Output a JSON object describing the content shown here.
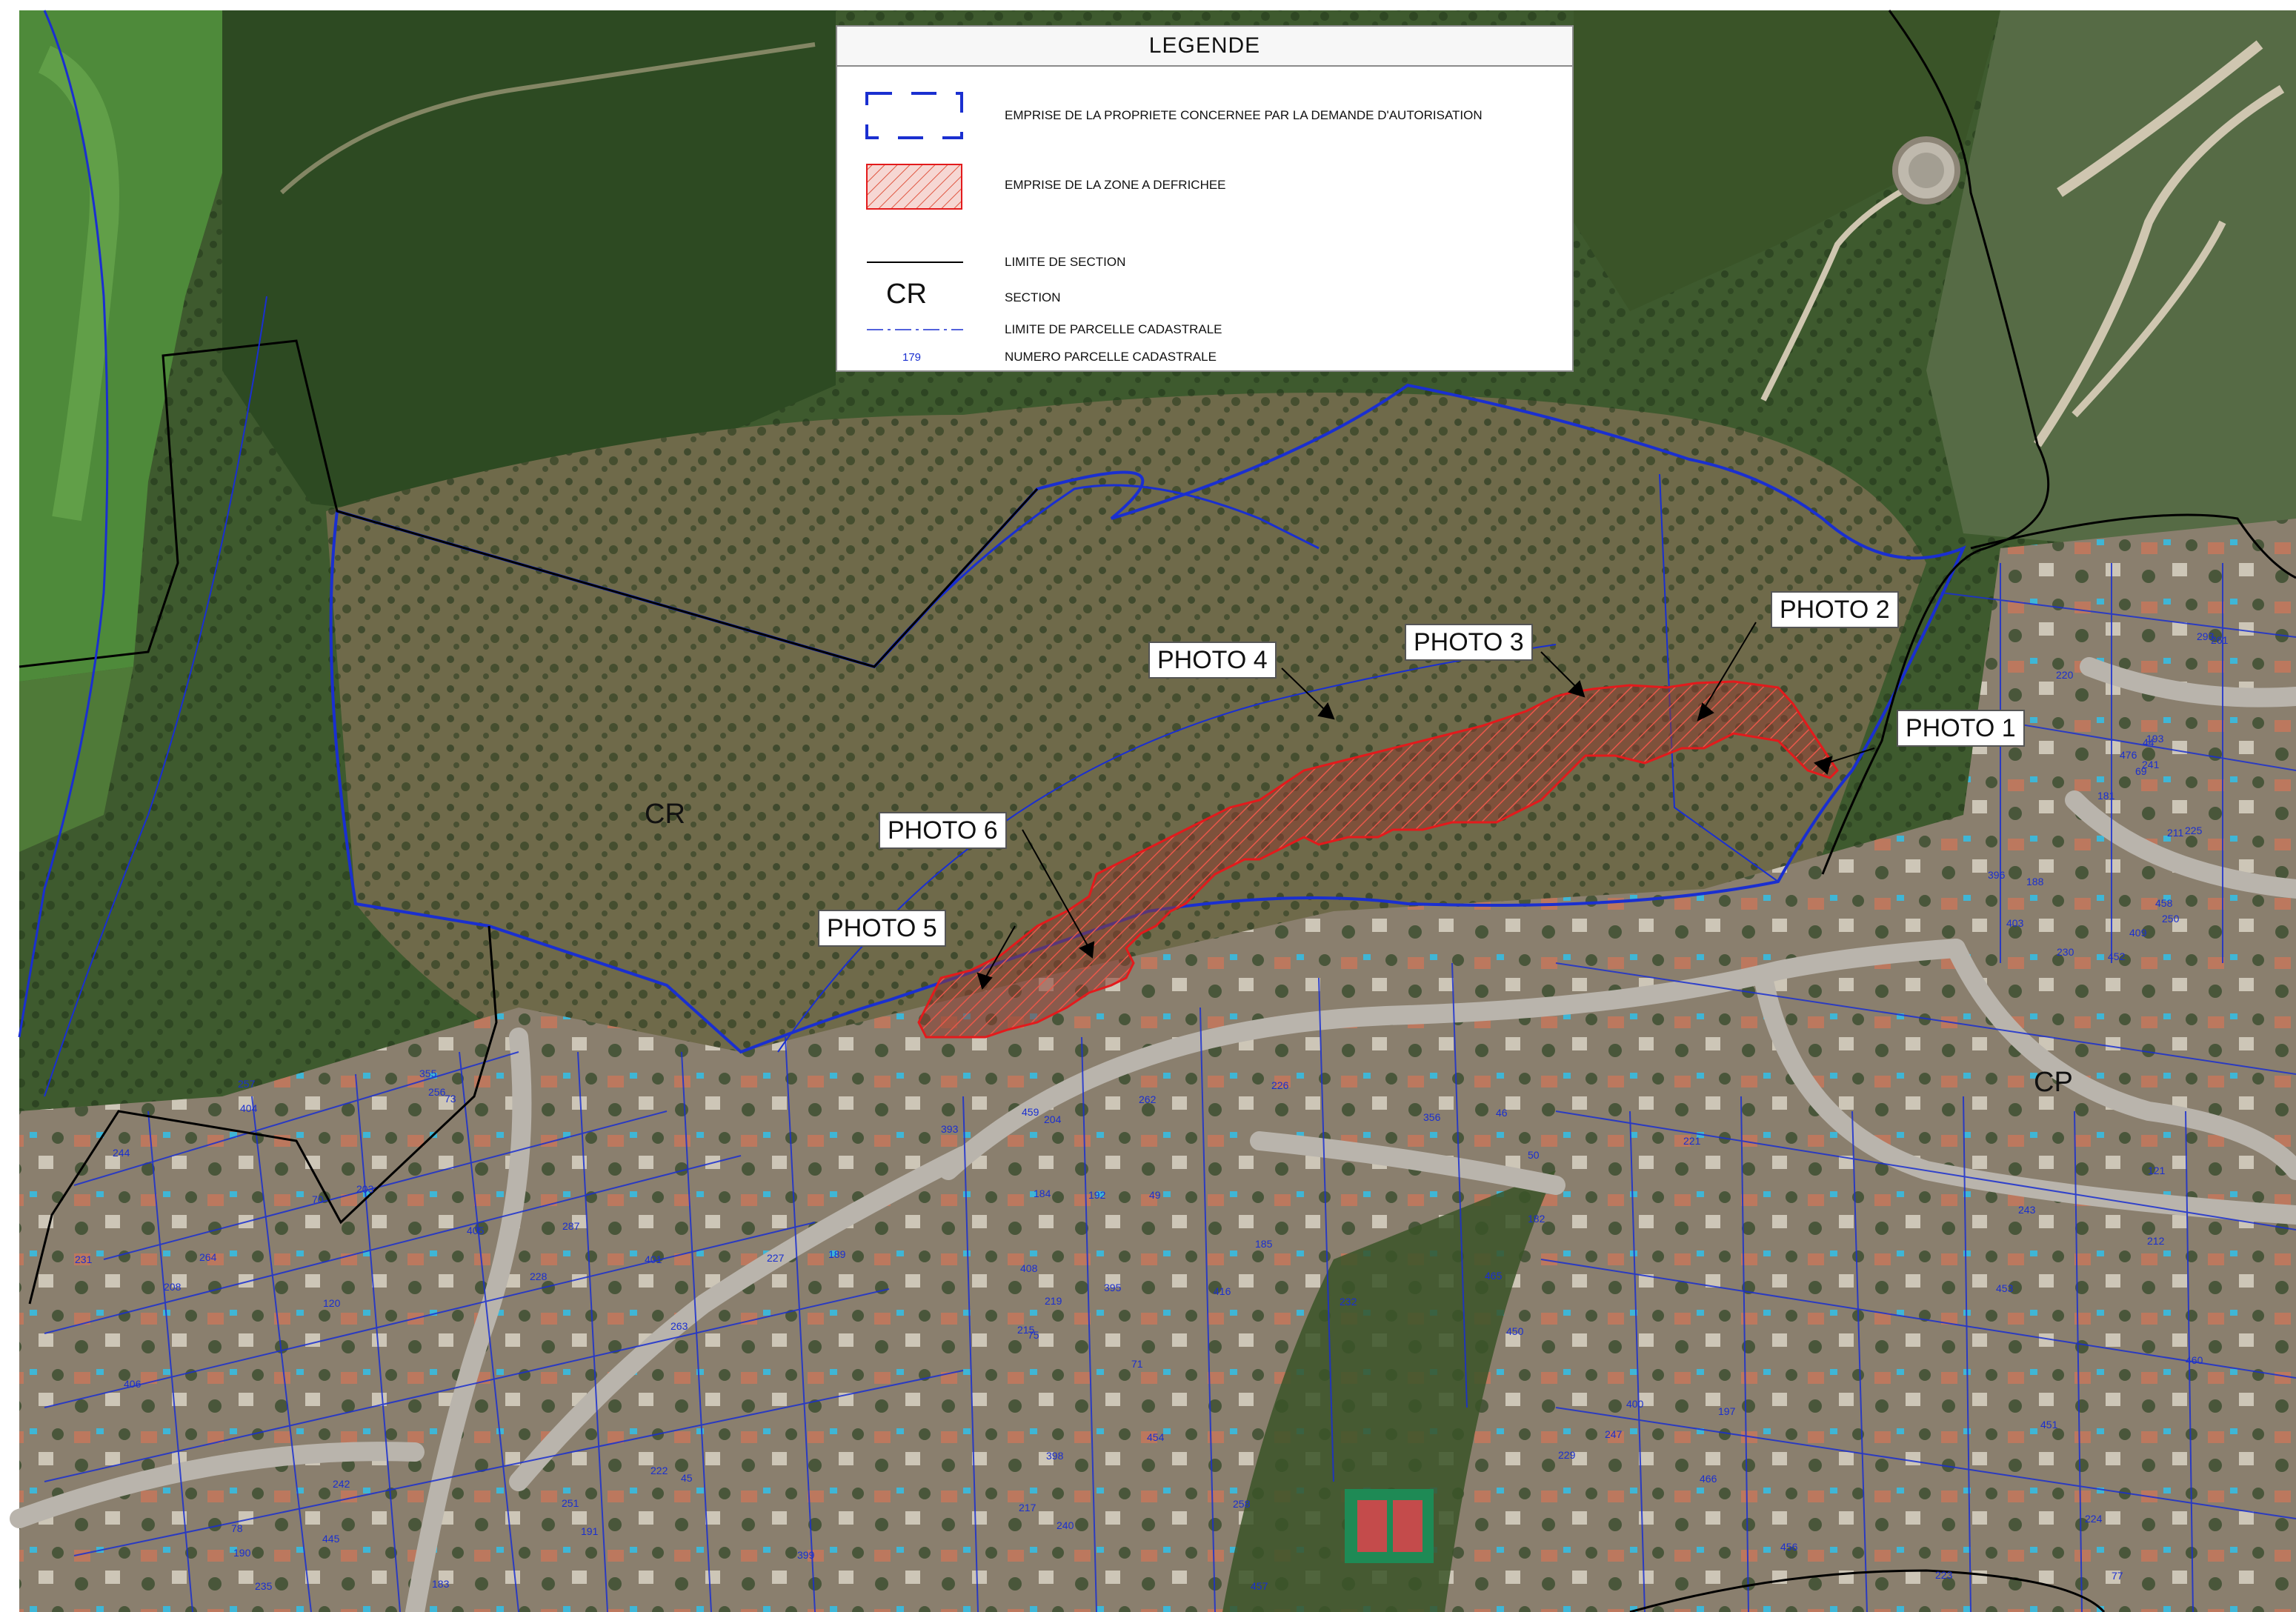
{
  "legend": {
    "title": "LEGENDE",
    "items": [
      {
        "symbol": "dashed-blue-rectangle",
        "text": "EMPRISE DE LA PROPRIETE CONCERNEE PAR LA DEMANDE D'AUTORISATION"
      },
      {
        "symbol": "red-hatched-rectangle",
        "text": "EMPRISE DE LA ZONE A DEFRICHEE"
      },
      {
        "symbol": "black-line",
        "text": "LIMITE DE SECTION"
      },
      {
        "symbol": "section-code",
        "code": "CR",
        "text": "SECTION"
      },
      {
        "symbol": "thin-blue-line",
        "text": "LIMITE DE PARCELLE CADASTRALE"
      },
      {
        "symbol": "parcel-number",
        "code": "179",
        "text": "NUMERO PARCELLE CADASTRALE"
      }
    ]
  },
  "photos": [
    "PHOTO 1",
    "PHOTO 2",
    "PHOTO 3",
    "PHOTO 4",
    "PHOTO 5",
    "PHOTO 6"
  ],
  "sections": [
    "CR",
    "CP"
  ],
  "parcel_numbers": [
    "71",
    "70",
    "75",
    "78",
    "44",
    "45",
    "46",
    "49",
    "50",
    "69",
    "73",
    "77",
    "120",
    "121",
    "181",
    "182",
    "183",
    "184",
    "185",
    "188",
    "189",
    "190",
    "191",
    "192",
    "193",
    "197",
    "203",
    "204",
    "208",
    "211",
    "212",
    "215",
    "217",
    "219",
    "220",
    "221",
    "222",
    "223",
    "224",
    "225",
    "226",
    "227",
    "228",
    "229",
    "230",
    "231",
    "232",
    "235",
    "240",
    "241",
    "242",
    "243",
    "244",
    "247",
    "250",
    "251",
    "256",
    "257",
    "258",
    "261",
    "262",
    "263",
    "264",
    "287",
    "293",
    "355",
    "356",
    "393",
    "395",
    "396",
    "398",
    "399",
    "400",
    "401",
    "403",
    "404",
    "405",
    "406",
    "408",
    "409",
    "416",
    "445",
    "450",
    "451",
    "452",
    "453",
    "454",
    "456",
    "457",
    "458",
    "459",
    "460",
    "465",
    "466",
    "476"
  ],
  "colors": {
    "parcel_line": "#1a2fd0",
    "section_line": "#000000",
    "clearing_zone": "#e31a1c",
    "forest_dark": "#2d4a22",
    "forest_mid": "#4a6436",
    "scrub": "#6f6a4a",
    "urban": "#8a7f6e",
    "golf": "#4e8a3a",
    "road": "#b9b4ac"
  },
  "icons": [
    "photo-direction-arrow-icon"
  ]
}
